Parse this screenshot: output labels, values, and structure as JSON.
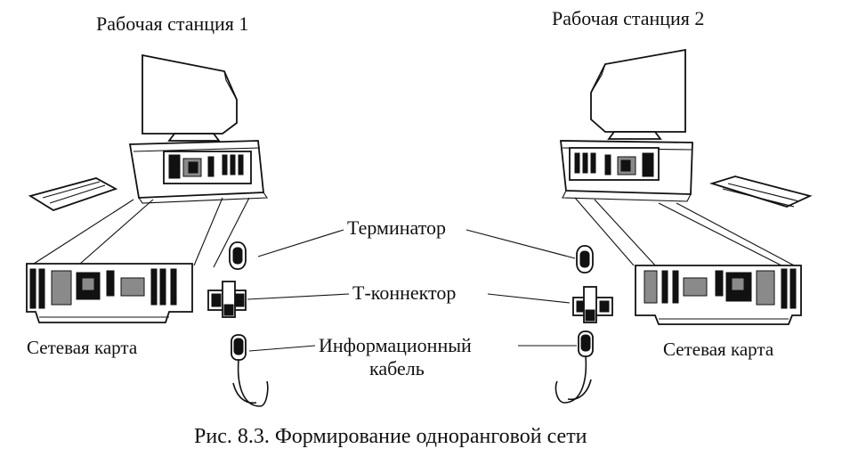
{
  "workstations": [
    {
      "title": "Рабочая станция 1"
    },
    {
      "title": "Рабочая станция 2"
    }
  ],
  "parts": {
    "terminator": "Терминатор",
    "t_connector": "Т-коннектор",
    "cable_line1": "Информационный",
    "cable_line2": "кабель"
  },
  "network_card_label": "Сетевая карта",
  "caption": "Рис. 8.3. Формирование одноранговой сети"
}
